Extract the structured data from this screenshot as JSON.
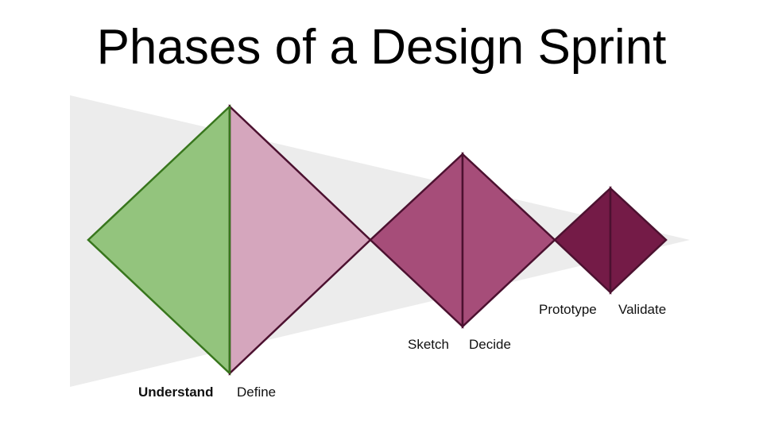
{
  "title": "Phases of a Design Sprint",
  "colors": {
    "background_funnel": "#ececec",
    "understand_fill": "#93c47d",
    "understand_stroke": "#38761d",
    "define_fill": "#d5a6bd",
    "sketch_decide_fill": "#a64d79",
    "prototype_validate_fill": "#741b47",
    "magenta_stroke": "#4c1130"
  },
  "phases": [
    {
      "label": "Understand",
      "bold": true
    },
    {
      "label": "Define",
      "bold": false
    },
    {
      "label": "Sketch",
      "bold": false
    },
    {
      "label": "Decide",
      "bold": false
    },
    {
      "label": "Prototype",
      "bold": false
    },
    {
      "label": "Validate",
      "bold": false
    }
  ]
}
